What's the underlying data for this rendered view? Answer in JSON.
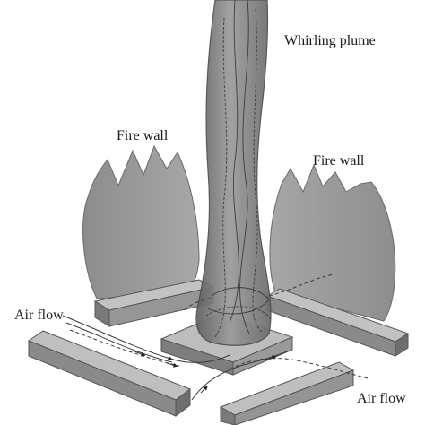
{
  "labels": {
    "whirling_plume": "Whirling plume",
    "fire_wall_left": "Fire wall",
    "fire_wall_right": "Fire wall",
    "air_flow_left": "Air flow",
    "air_flow_right": "Air flow"
  },
  "colors": {
    "background": "#ffffff",
    "fire_wall_fill": "#9c9c9c",
    "plume_fill": "#7a7a7a",
    "block_top": "#b9b9b9",
    "block_side": "#6f6f6f",
    "flow_lines": "#3a3a3a"
  }
}
